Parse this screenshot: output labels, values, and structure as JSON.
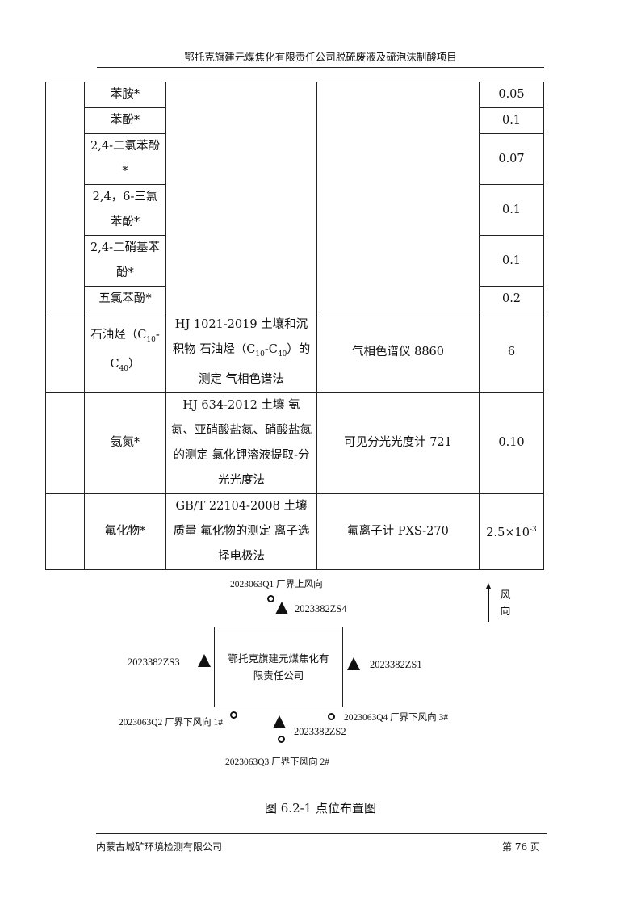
{
  "header": {
    "title": "鄂托克旗建元煤焦化有限责任公司脱硫废液及硫泡沫制酸项目"
  },
  "table": {
    "rows": [
      {
        "analyte": "苯胺*",
        "limit": "0.05"
      },
      {
        "analyte": "苯酚*",
        "limit": "0.1"
      },
      {
        "analyte": "2,4-二氯苯酚*",
        "limit": "0.07"
      },
      {
        "analyte": "2,4，6-三氯苯酚*",
        "limit": "0.1"
      },
      {
        "analyte": "2,4-二硝基苯酚*",
        "limit": "0.1"
      },
      {
        "analyte": "五氯苯酚*",
        "limit": "0.2"
      },
      {
        "analyte_pre": "石油烃（C",
        "analyte_sub1": "10",
        "analyte_mid": "-C",
        "analyte_sub2": "40",
        "analyte_post": "）",
        "method_pre": "HJ 1021-2019 土壤和沉积物 石油烃（C",
        "method_sub1": "10",
        "method_mid": "-C",
        "method_sub2": "40",
        "method_post": "）的测定 气相色谱法",
        "instrument": "气相色谱仪 8860",
        "limit": "6"
      },
      {
        "analyte": "氨氮*",
        "method": "HJ 634-2012 土壤 氨氮、亚硝酸盐氮、硝酸盐氮的测定 氯化钾溶液提取-分光光度法",
        "instrument": "可见分光光度计 721",
        "limit": "0.10"
      },
      {
        "analyte": "氟化物*",
        "method": "GB/T 22104-2008 土壤质量 氟化物的测定 离子选择电极法",
        "instrument": "氟离子计 PXS-270",
        "limit_base": "2.5×10",
        "limit_exp": "-3"
      }
    ]
  },
  "diagram": {
    "box_label": "鄂托克旗建元煤焦化有限责任公司",
    "wind_label": "风向",
    "points": {
      "q1": "2023063Q1 厂界上风向",
      "q2": "2023063Q2 厂界下风向 1#",
      "q3": "2023063Q3 厂界下风向 2#",
      "q4": "2023063Q4 厂界下风向 3#",
      "zs1": "2023382ZS1",
      "zs2": "2023382ZS2",
      "zs3": "2023382ZS3",
      "zs4": "2023382ZS4"
    }
  },
  "caption": "图 6.2-1 点位布置图",
  "footer": {
    "company": "内蒙古城矿环境检测有限公司",
    "page_label": "第 76 页"
  }
}
